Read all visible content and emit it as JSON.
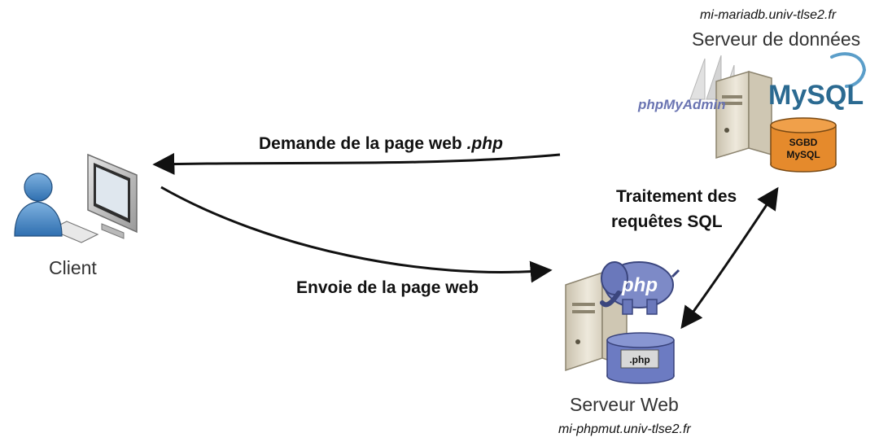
{
  "db_server": {
    "hostname": "mi-mariadb.univ-tlse2.fr",
    "title": "Serveur de données",
    "dbms_label_line1": "SGBD",
    "dbms_label_line2": "MySQL",
    "logo_phpmyadmin": "phpMyAdmin",
    "logo_mysql": "MySQL"
  },
  "client": {
    "title": "Client"
  },
  "web_server": {
    "title": "Serveur Web",
    "hostname": "mi-phpmut.univ-tlse2.fr",
    "file_label": ".php",
    "logo_php": "php"
  },
  "edges": {
    "request_text": "Demande de la page web ",
    "request_ext": ".php",
    "response": "Envoie de la page web",
    "sql_line1": "Traitement des",
    "sql_line2": "requêtes SQL"
  },
  "colors": {
    "mysql_blue": "#2b6a91",
    "mysql_orange": "#e48e00",
    "pma_orange": "#f28c00",
    "php_purple": "#6273b8",
    "dbms_cylinder": "#e58a2c",
    "php_cylinder": "#6c7bc2"
  }
}
